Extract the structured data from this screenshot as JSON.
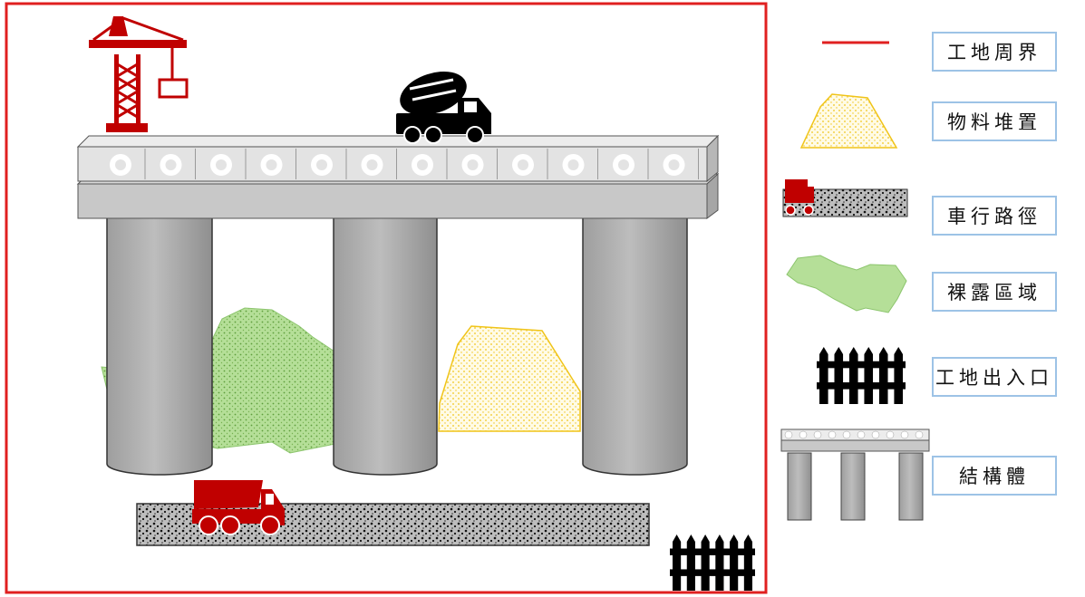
{
  "legend": {
    "boundary": "工地周界",
    "stockpile": "物料堆置",
    "vehicle_route": "車行路徑",
    "bare_area": "裸露區域",
    "entrance": "工地出入口",
    "structure": "結構體"
  },
  "colors": {
    "boundary": "#e02020",
    "stockpile": "#f0c419",
    "bare_area": "#a8d88a",
    "vehicle": "#c00000",
    "structure": "#b5b5b5",
    "legend_border": "#9dc3e6"
  },
  "icons": [
    "tower-crane-icon",
    "concrete-mixer-truck-icon",
    "dump-truck-icon",
    "fence-gate-icon"
  ]
}
